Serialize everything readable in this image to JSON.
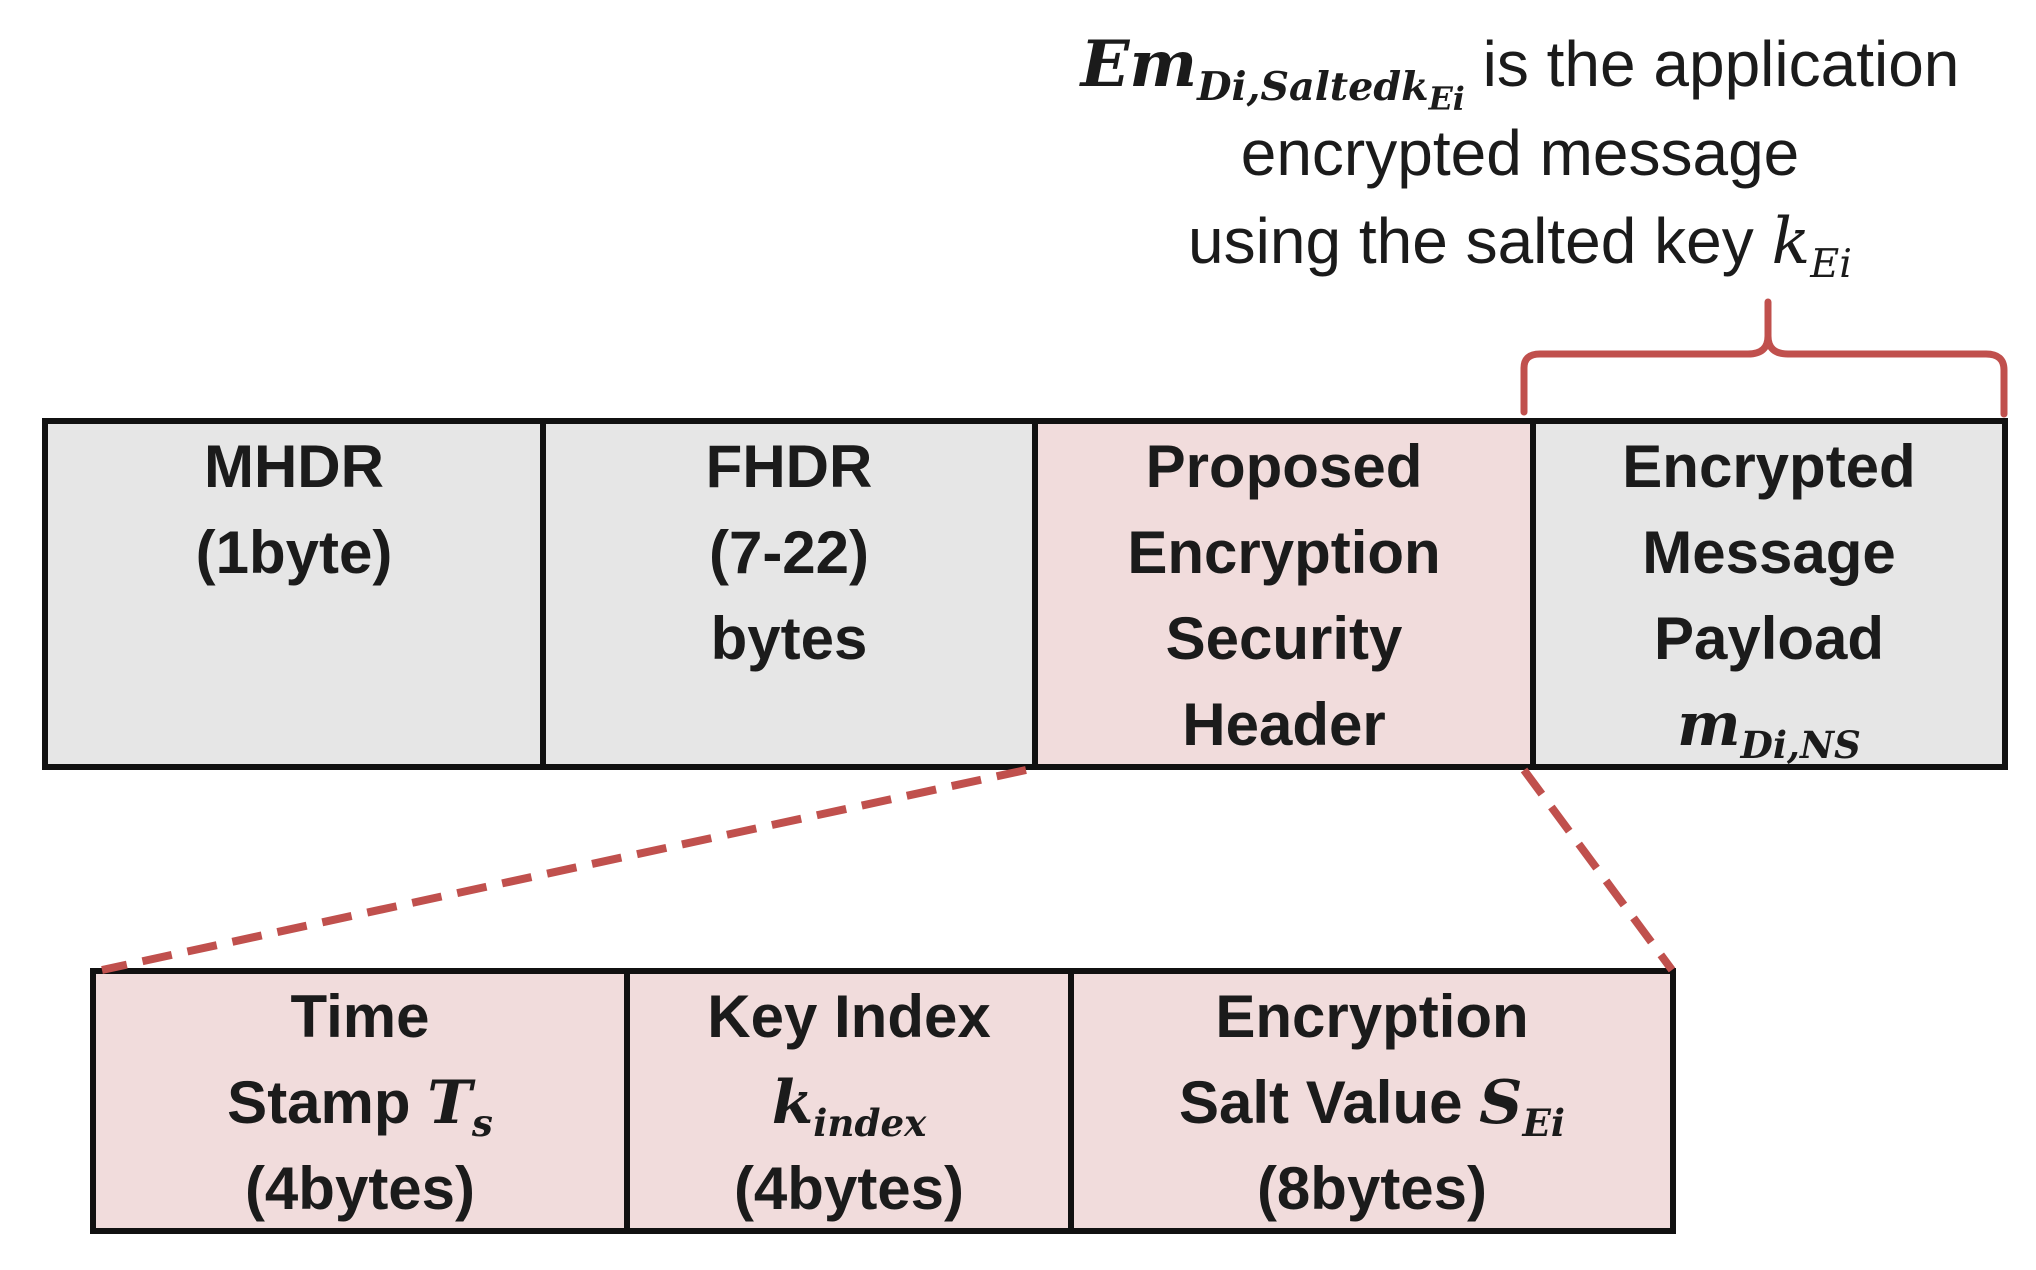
{
  "annotation": {
    "symbol": "Em",
    "symbol_sub": "Di,Saltedk",
    "symbol_subsub": "Ei",
    "line1_text": " is the application",
    "line2_text": "encrypted message",
    "line3_text": "using the salted key ",
    "line3_symbol": "k",
    "line3_sub": "Ei"
  },
  "frame": {
    "fields": [
      {
        "line1": "MHDR",
        "line2": "(1byte)",
        "fill": "grey"
      },
      {
        "line1": "FHDR",
        "line2": "(7-22)",
        "line3": "bytes",
        "fill": "grey"
      },
      {
        "line1": "Proposed",
        "line2": "Encryption",
        "line3": "Security",
        "line4": "Header",
        "fill": "pink"
      },
      {
        "line1": "Encrypted",
        "line2": "Message",
        "line3": "Payload",
        "symbol": "m",
        "symbol_sub": "Di,NS",
        "fill": "grey"
      }
    ]
  },
  "header_detail": {
    "fields": [
      {
        "line1": "Time",
        "line2": "Stamp ",
        "symbol": "T",
        "symbol_sub": "s",
        "line3": "(4bytes)"
      },
      {
        "line1": "Key Index",
        "symbol": "k",
        "symbol_sub": "index",
        "line3": "(4bytes)"
      },
      {
        "line1": "Encryption",
        "line2": "Salt Value ",
        "symbol": "S",
        "symbol_sub": "Ei",
        "line3": "(8bytes)"
      }
    ]
  },
  "colors": {
    "outline": "#111111",
    "grey_fill": "#e6e6e6",
    "pink_fill": "#f1dcdc",
    "accent_red": "#c0504d"
  }
}
